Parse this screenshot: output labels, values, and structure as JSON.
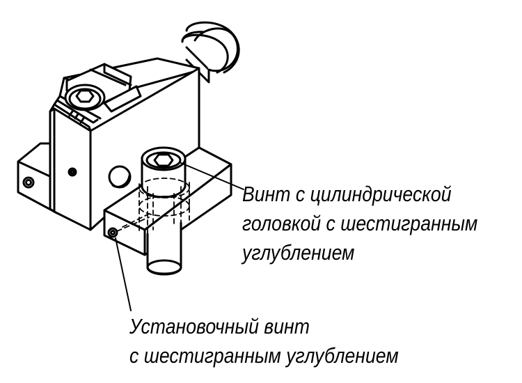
{
  "callouts": {
    "cap_screw": {
      "lines": [
        "Винт с цилиндрической",
        "головкой с шестигранным",
        "углублением"
      ]
    },
    "set_screw": {
      "lines": [
        "Установочный винт",
        "с шестигранным углублением"
      ]
    }
  },
  "colors": {
    "line": "#000000",
    "background": "#ffffff"
  }
}
